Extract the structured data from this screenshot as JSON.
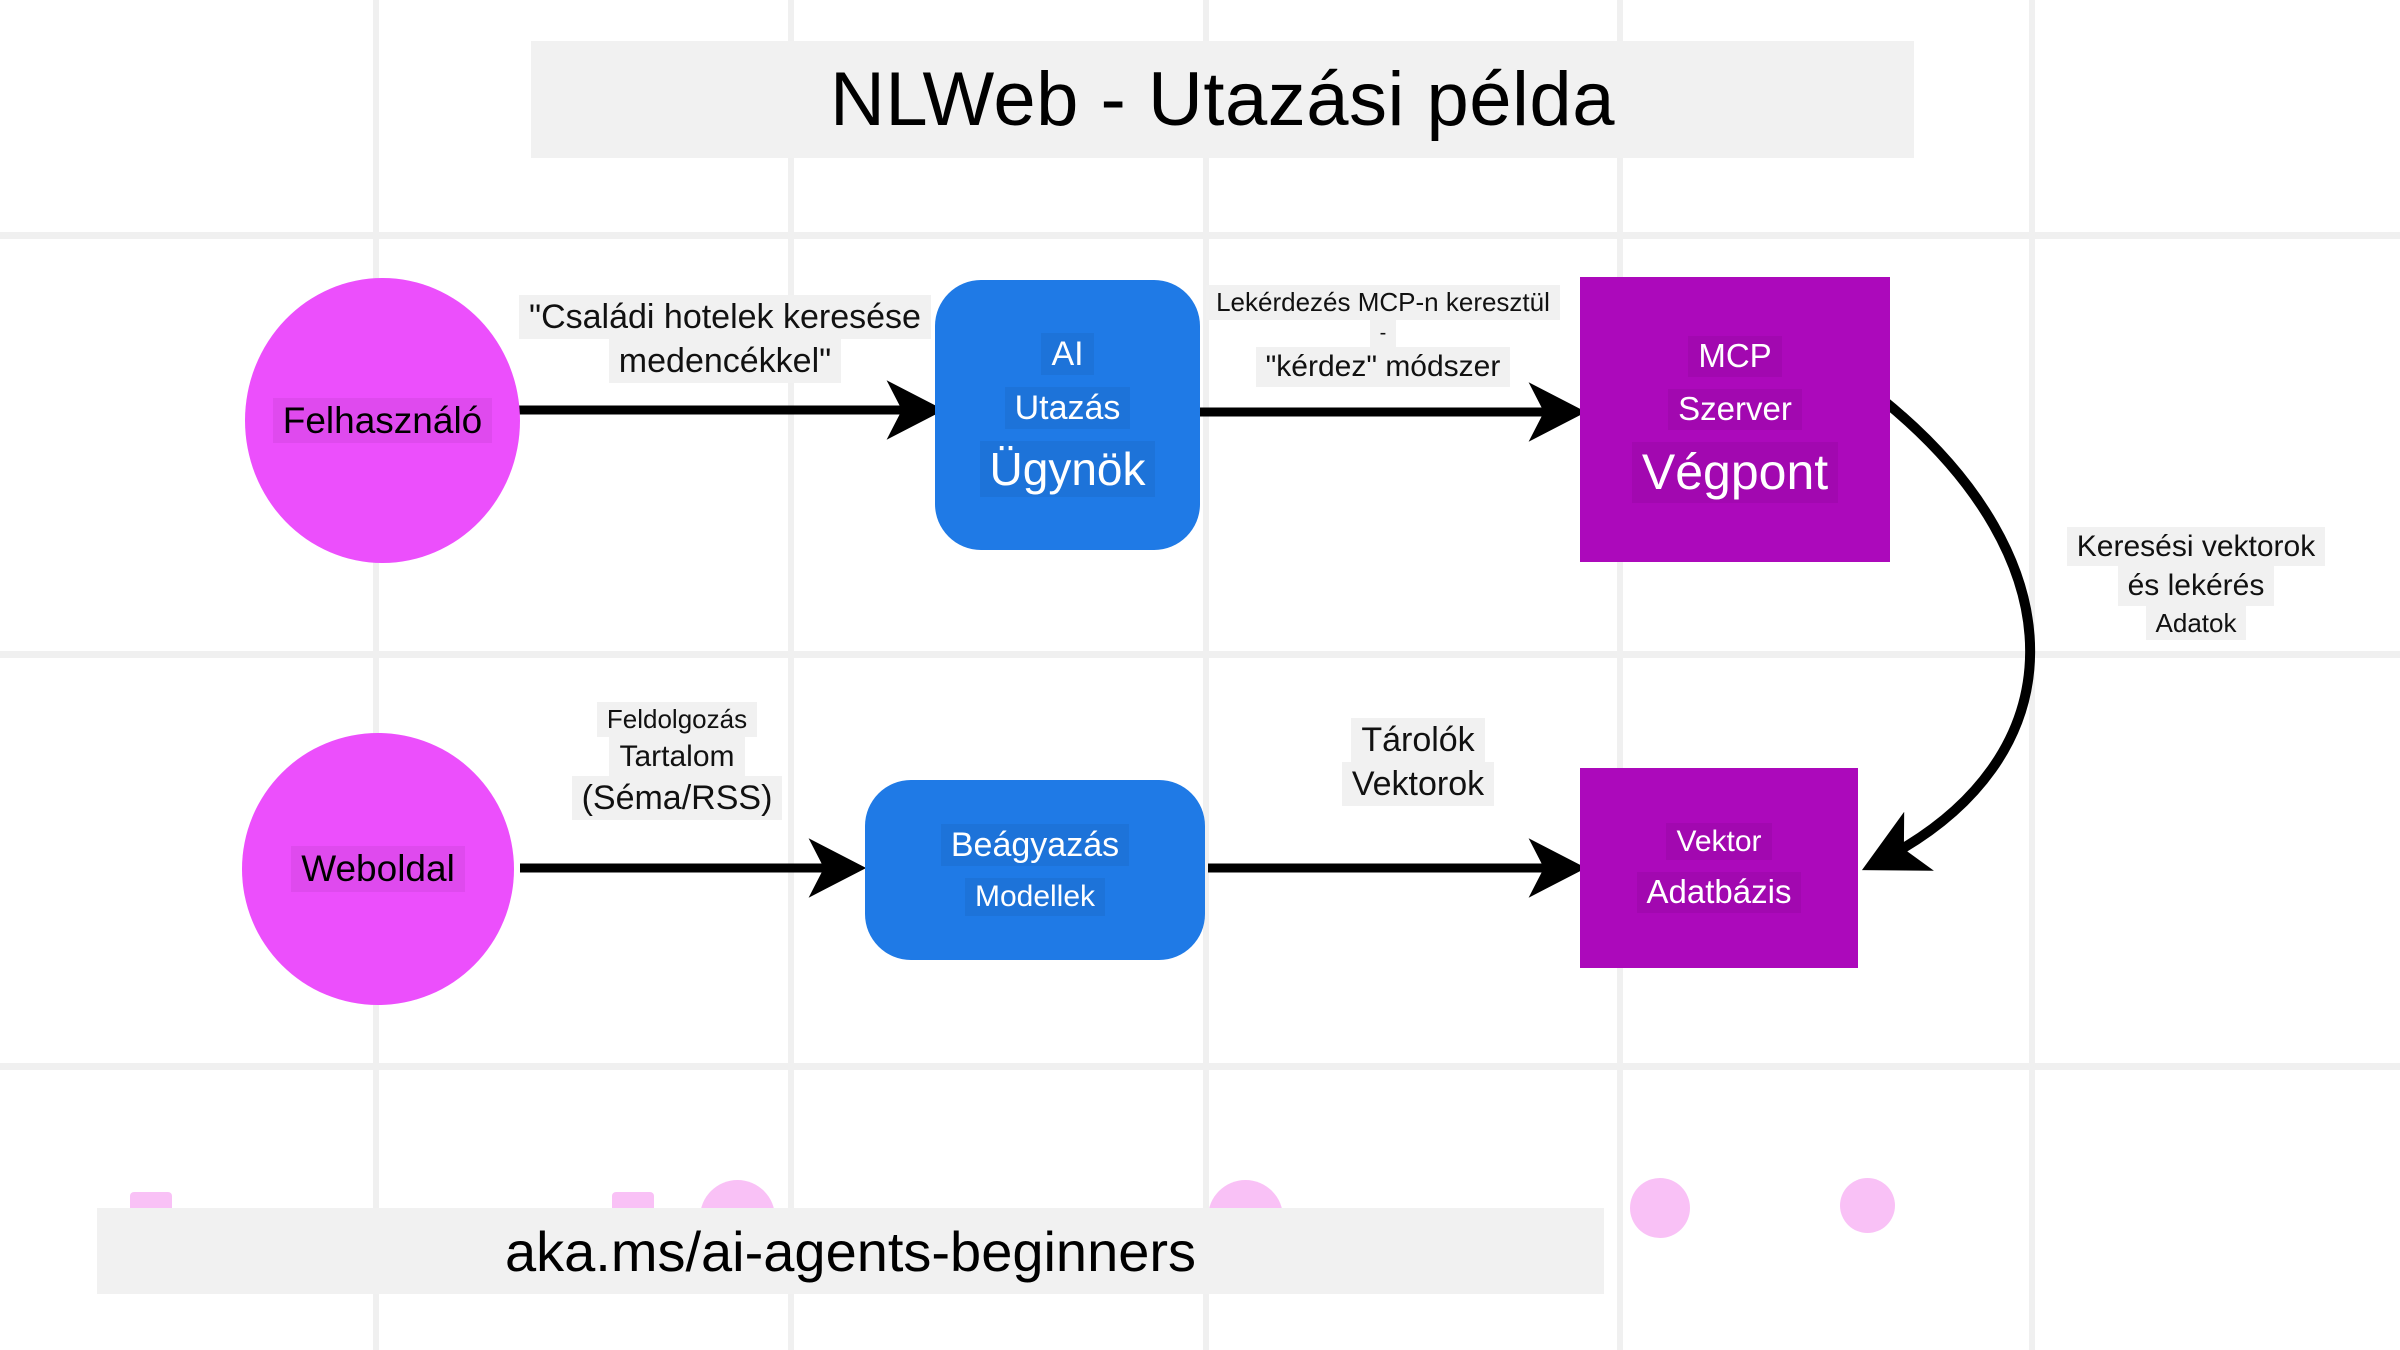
{
  "title_banner": {
    "text": "NLWeb - Utazási példa"
  },
  "footer_banner": {
    "text": "aka.ms/ai-agents-beginners"
  },
  "colors": {
    "magenta": "#ec4ffc",
    "blue": "#1f7ae6",
    "purple": "#ac09bb",
    "grid": "#f0f0f0",
    "label_bg": "#f1f1f1",
    "arrow": "#000000"
  },
  "nodes": {
    "user": {
      "lines": [
        "Felhasználó"
      ]
    },
    "ai_agent": {
      "lines": [
        "AI",
        "Utazás",
        "Ügynök"
      ]
    },
    "mcp_server": {
      "lines": [
        "MCP",
        "Szerver",
        "Végpont"
      ]
    },
    "website": {
      "lines": [
        "Weboldal"
      ]
    },
    "embedding": {
      "lines": [
        "Beágyazás",
        "Modellek"
      ]
    },
    "vector_db": {
      "lines": [
        "Vektor",
        "Adatbázis"
      ]
    }
  },
  "edges": {
    "user_to_agent": {
      "lines": [
        "\"Családi hotelek keresése",
        "medencékkel\""
      ]
    },
    "agent_to_mcp": {
      "lines": [
        "Lekérdezés MCP-n keresztül",
        "-",
        "\"kérdez\" módszer"
      ]
    },
    "mcp_to_vectordb": {
      "lines": [
        "Keresési vektorok",
        "és lekérés",
        "Adatok"
      ]
    },
    "website_to_embedding": {
      "lines": [
        "Feldolgozás",
        "Tartalom",
        "(Séma/RSS)"
      ]
    },
    "embedding_to_vectordb": {
      "lines": [
        "Tárolók",
        "Vektorok"
      ]
    }
  }
}
